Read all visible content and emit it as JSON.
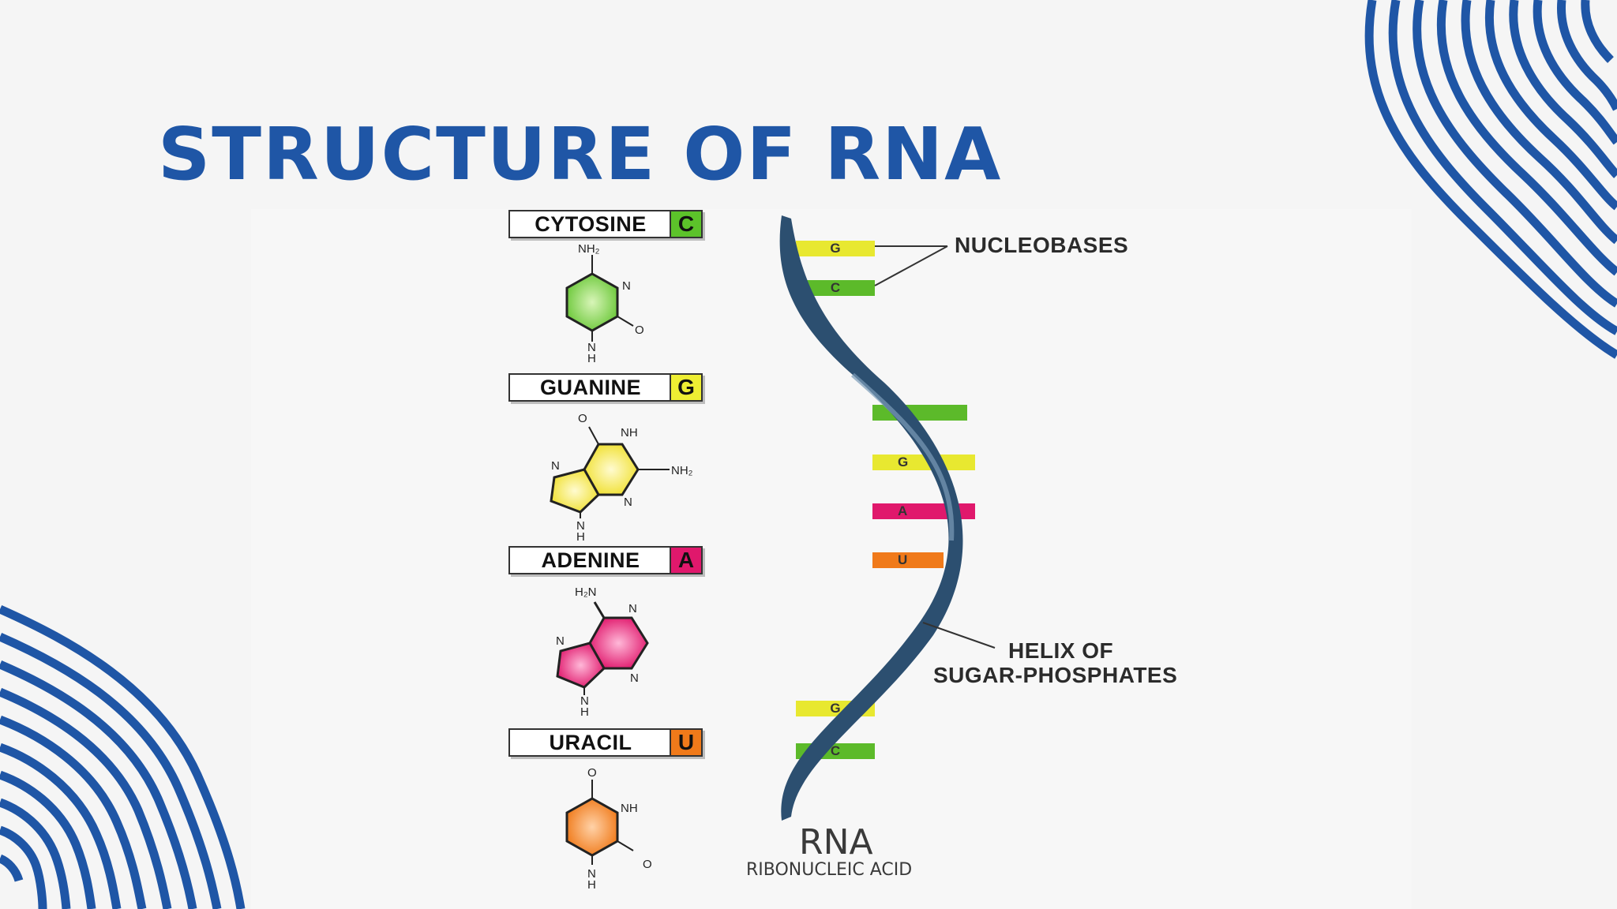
{
  "title": "STRUCTURE OF RNA",
  "bases": [
    {
      "name": "CYTOSINE",
      "letter": "C",
      "color": "#5cc22a"
    },
    {
      "name": "GUANINE",
      "letter": "G",
      "color": "#eeee33"
    },
    {
      "name": "ADENINE",
      "letter": "A",
      "color": "#e0186c"
    },
    {
      "name": "URACIL",
      "letter": "U",
      "color": "#f07a1a"
    }
  ],
  "molecule_labels": {
    "cytosine": {
      "nh2": "NH₂",
      "n": "N",
      "o": "O",
      "nh": "N",
      "h": "H"
    },
    "guanine": {
      "o": "O",
      "nh": "NH",
      "nh2": "NH₂",
      "n1": "N",
      "n2": "N",
      "n3": "N",
      "h": "H"
    },
    "adenine": {
      "h2n": "H₂N",
      "n1": "N",
      "n2": "N",
      "n3": "N",
      "n4": "N",
      "h": "H"
    },
    "uracil": {
      "o1": "O",
      "nh": "NH",
      "o2": "O",
      "n": "N",
      "h": "H"
    }
  },
  "rungs": [
    {
      "letter": "G",
      "color": "#e8e830"
    },
    {
      "letter": "C",
      "color": "#5cba2a"
    },
    {
      "letter": "C",
      "color": "#5cba2a"
    },
    {
      "letter": "G",
      "color": "#e8e830"
    },
    {
      "letter": "A",
      "color": "#e0186c"
    },
    {
      "letter": "U",
      "color": "#f07a1a"
    },
    {
      "letter": "G",
      "color": "#e8e830"
    },
    {
      "letter": "C",
      "color": "#5cba2a"
    }
  ],
  "callouts": {
    "nucleobases": "NUCLEOBASES",
    "helix_line1": "HELIX OF",
    "helix_line2": "SUGAR-PHOSPHATES"
  },
  "footer": {
    "rna": "RNA",
    "subtitle": "RIBONUCLEIC ACID"
  },
  "colors": {
    "title": "#1f56a6",
    "helix": "#2c4f70",
    "decor": "#1f56a6"
  }
}
